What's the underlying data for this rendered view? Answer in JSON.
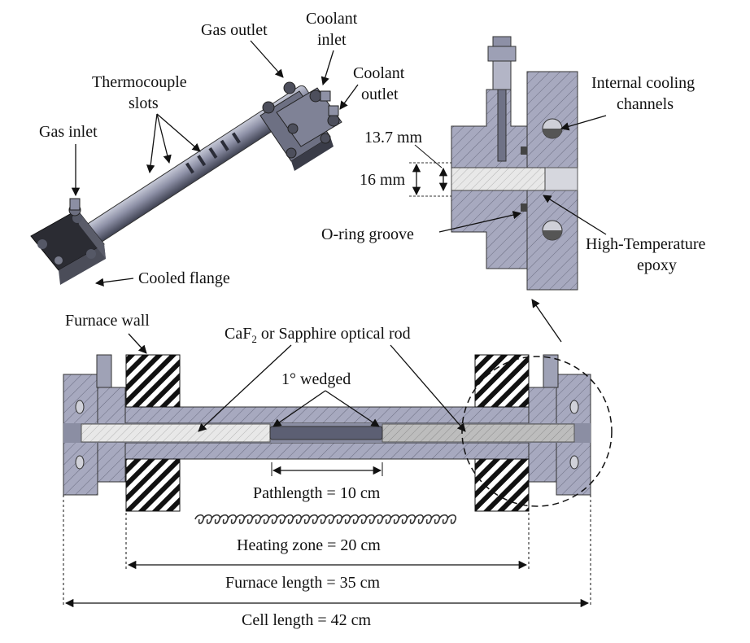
{
  "iso_view": {
    "gas_outlet": "Gas outlet",
    "coolant_inlet_1": "Coolant",
    "coolant_inlet_2": "inlet",
    "coolant_outlet_1": "Coolant",
    "coolant_outlet_2": "outlet",
    "thermocouple_1": "Thermocouple",
    "thermocouple_2": "slots",
    "gas_inlet": "Gas inlet",
    "cooled_flange": "Cooled flange"
  },
  "detail_view": {
    "internal_cooling_1": "Internal cooling",
    "internal_cooling_2": "channels",
    "dim_13_7": "13.7 mm",
    "dim_16": "16 mm",
    "oring": "O-ring groove",
    "ht_epoxy_1": "High-Temperature",
    "ht_epoxy_2": "epoxy"
  },
  "section_view": {
    "furnace_wall": "Furnace wall",
    "rod_prefix": "CaF",
    "rod_sub": "2",
    "rod_suffix": " or Sapphire optical rod",
    "wedged": "1° wedged",
    "pathlength": "Pathlength = 10 cm",
    "heating_zone": "Heating zone = 20 cm",
    "furnace_length": "Furnace length = 35 cm",
    "cell_length": "Cell length = 42 cm"
  },
  "colors": {
    "metal": "#a3a6bf",
    "metal_dark": "#5f6275",
    "rod": "#e4e4e4",
    "furnace_hatch": "#111111"
  }
}
